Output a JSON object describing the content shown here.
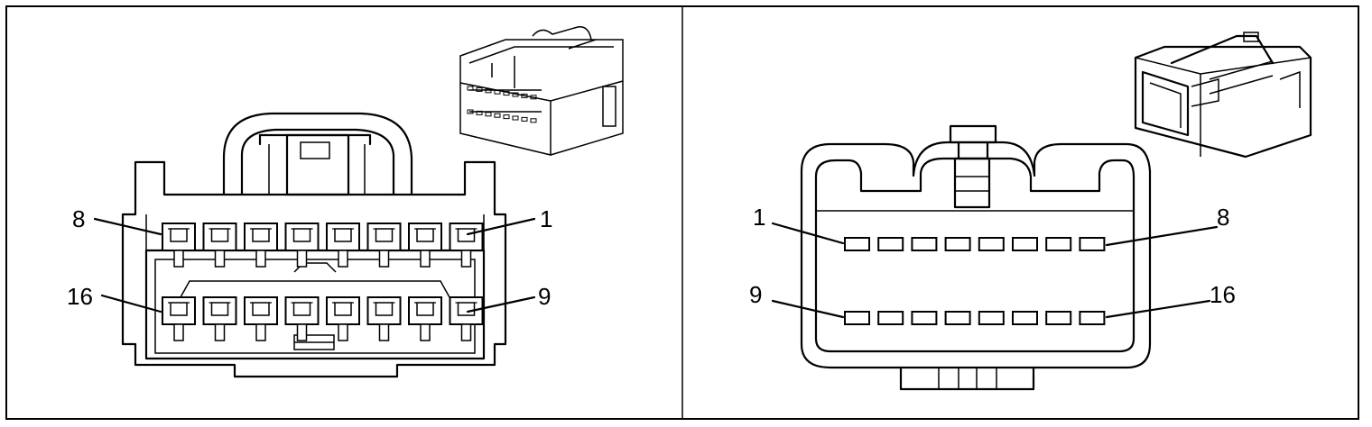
{
  "left_connector": {
    "pin_labels": {
      "top_left": "8",
      "top_right": "1",
      "bottom_left": "16",
      "bottom_right": "9"
    }
  },
  "right_connector": {
    "pin_labels": {
      "top_left": "1",
      "top_right": "8",
      "bottom_left": "9",
      "bottom_right": "16"
    }
  },
  "colors": {
    "line": "#000000",
    "background": "#ffffff"
  },
  "icons": [
    "connector-3d-left-icon",
    "connector-3d-right-icon"
  ]
}
